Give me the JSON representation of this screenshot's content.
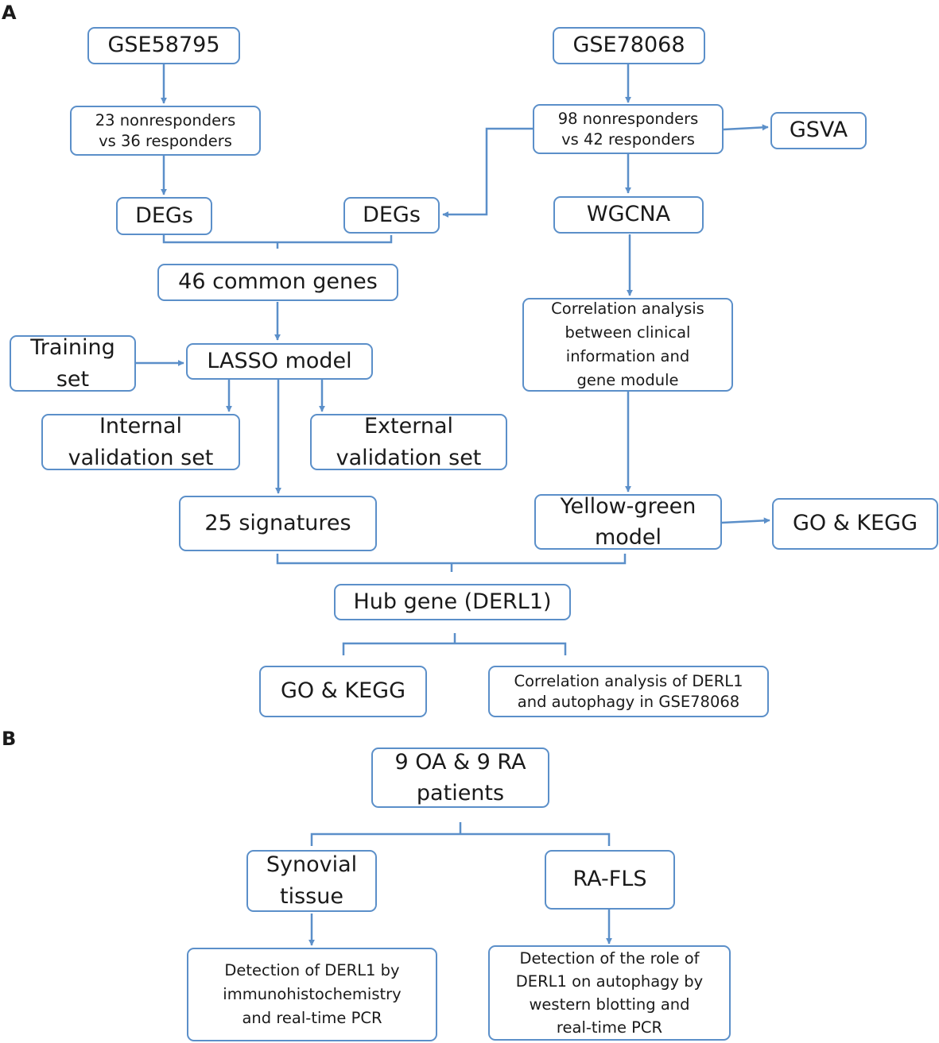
{
  "panels": {
    "a": "A",
    "b": "B"
  },
  "colors": {
    "accent": "#5b8fc9"
  },
  "boxes": {
    "gse58795": "GSE58795",
    "gse78068": "GSE78068",
    "cmp1": "23 nonresponders\nvs 36 responders",
    "cmp2": "98 nonresponders\nvs 42 responders",
    "gsva": "GSVA",
    "degs1": "DEGs",
    "degs2": "DEGs",
    "wgcna": "WGCNA",
    "common": "46 common genes",
    "corr_clinical": "Correlation analysis\nbetween clinical\ninformation and\ngene module",
    "training": "Training\nset",
    "lasso": "LASSO model",
    "internal": "Internal\nvalidation set",
    "external": "External\nvalidation set",
    "signatures": "25 signatures",
    "yellow_green": "Yellow-green\nmodel",
    "gokegg1": "GO & KEGG",
    "hub": "Hub gene (DERL1)",
    "gokegg2": "GO & KEGG",
    "corr_derl1": "Correlation analysis of DERL1\nand autophagy in GSE78068",
    "patients": "9 OA & 9 RA\npatients",
    "synovial": "Synovial\ntissue",
    "rafls": "RA-FLS",
    "detect_ihc": "Detection of DERL1 by\nimmunohistochemistry\nand real-time PCR",
    "detect_wb": "Detection of the role of\nDERL1 on autophagy by\nwestern blotting and\nreal-time PCR"
  }
}
